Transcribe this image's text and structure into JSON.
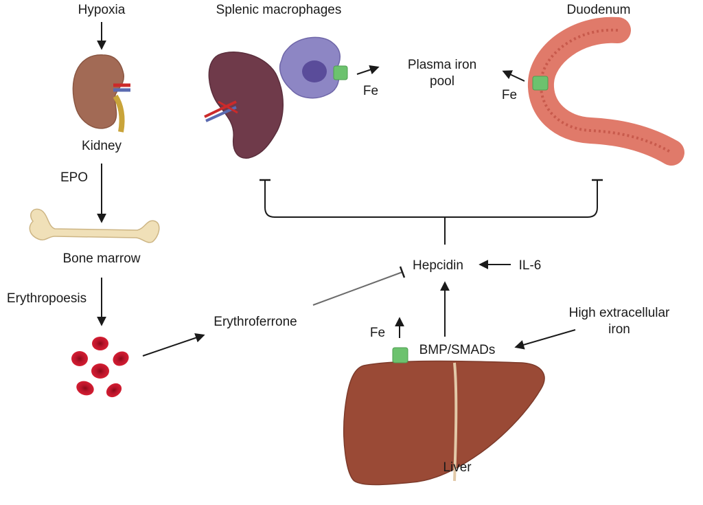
{
  "labels": {
    "hypoxia": "Hypoxia",
    "kidney": "Kidney",
    "epo": "EPO",
    "bone_marrow": "Bone marrow",
    "erythropoiesis": "Erythropoesis",
    "splenic_macrophages": "Splenic macrophages",
    "duodenum": "Duodenum",
    "plasma_iron_pool_line1": "Plasma iron",
    "plasma_iron_pool_line2": "pool",
    "fe_macrophage": "Fe",
    "fe_duodenum": "Fe",
    "fe_liver": "Fe",
    "hepcidin": "Hepcidin",
    "il6": "IL-6",
    "erythroferrone": "Erythroferrone",
    "bmp_smads": "BMP/SMADs",
    "high_iron_line1": "High extracellular",
    "high_iron_line2": "iron",
    "liver": "Liver"
  },
  "colors": {
    "arrow": "#1a1a1a",
    "kidney": "#a26a55",
    "spleen": "#6f3a4a",
    "macrophage": "#8d86c4",
    "transporter": "#6cc26e",
    "duodenum": "#e07a6a",
    "bone": "#f0e0b8",
    "rbc": "#c0152a",
    "liver": "#9a4a36"
  }
}
